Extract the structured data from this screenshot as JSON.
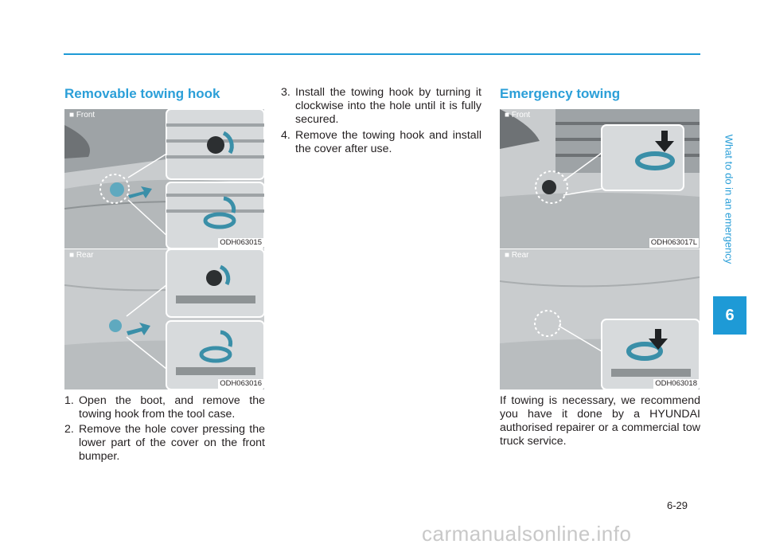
{
  "left": {
    "heading": "Removable towing hook",
    "fig_front": {
      "label": "■ Front",
      "code": "ODH063015"
    },
    "fig_rear": {
      "label": "■ Rear",
      "code": "ODH063016"
    },
    "steps": [
      {
        "num": "1.",
        "text": "Open the boot, and remove the towing hook from the tool case."
      },
      {
        "num": "2.",
        "text": "Remove the hole cover pressing the lower part of the cover on the front bumper."
      }
    ]
  },
  "middle": {
    "steps": [
      {
        "num": "3.",
        "text": "Install the towing hook by turning it clockwise into the hole until it is fully secured."
      },
      {
        "num": "4.",
        "text": "Remove the towing hook and install the cover after use."
      }
    ]
  },
  "right": {
    "heading": "Emergency towing",
    "fig_front": {
      "label": "■ Front",
      "code": "ODH063017L"
    },
    "fig_rear": {
      "label": "■ Rear",
      "code": "ODH063018"
    },
    "paragraph": "If towing is necessary, we recommend you have it done by a HYUNDAI authorised repairer or a commercial tow truck service."
  },
  "side": {
    "section_title": "What to do in an emergency",
    "chapter": "6"
  },
  "page_number": "6-29",
  "watermark": "carmanualsonline.info",
  "colors": {
    "accent": "#1e9ad6",
    "heading": "#2b9fd8",
    "hook": "#3a8fa8"
  }
}
